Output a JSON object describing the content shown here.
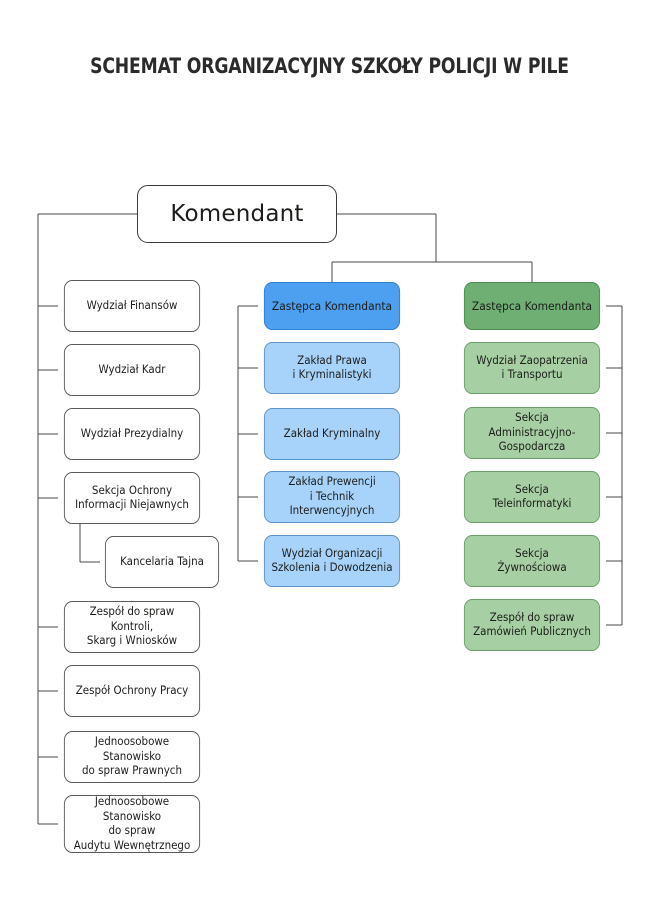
{
  "page": {
    "title": "SCHEMAT ORGANIZACYJNY SZKOŁY POLICJI W PILE",
    "background_color": "#ffffff",
    "connector_color": "#4a4a4a"
  },
  "colors": {
    "blue_head": "#4d9ff0",
    "blue_child": "#a7d3fb",
    "green_head": "#6faf74",
    "green_child": "#a6cfa3",
    "white_node": "#ffffff",
    "text": "#1d1d1b"
  },
  "root": {
    "label": "Komendant"
  },
  "columns": {
    "left": {
      "accent": "#ffffff",
      "items": [
        {
          "label": "Wydział Finansów"
        },
        {
          "label": "Wydział Kadr"
        },
        {
          "label": "Wydział Prezydialny"
        },
        {
          "label": "Sekcja Ochrony\nInformacji Niejawnych"
        },
        {
          "label": "Kancelaria Tajna"
        },
        {
          "label": "Zespół do spraw Kontroli,\nSkarg i Wniosków"
        },
        {
          "label": "Zespół Ochrony Pracy"
        },
        {
          "label": "Jednoosobowe Stanowisko\ndo spraw Prawnych"
        },
        {
          "label": "Jednoosobowe Stanowisko\ndo spraw\nAudytu Wewnętrznego"
        }
      ]
    },
    "middle": {
      "accent": "#4d9ff0",
      "head": {
        "label": "Zastępca Komendanta"
      },
      "items": [
        {
          "label": "Zakład Prawa\ni Kryminalistyki"
        },
        {
          "label": "Zakład Kryminalny"
        },
        {
          "label": "Zakład Prewencji\ni Technik Interwencyjnych"
        },
        {
          "label": "Wydział Organizacji\nSzkolenia i Dowodzenia"
        }
      ]
    },
    "right": {
      "accent": "#6faf74",
      "head": {
        "label": "Zastępca Komendanta"
      },
      "items": [
        {
          "label": "Wydział Zaopatrzenia\ni Transportu"
        },
        {
          "label": "Sekcja Administracyjno-\nGospodarcza"
        },
        {
          "label": "Sekcja\nTeleinformatyki"
        },
        {
          "label": "Sekcja\nŻywnościowa"
        },
        {
          "label": "Zespół do spraw\nZamówień Publicznych"
        }
      ]
    }
  }
}
